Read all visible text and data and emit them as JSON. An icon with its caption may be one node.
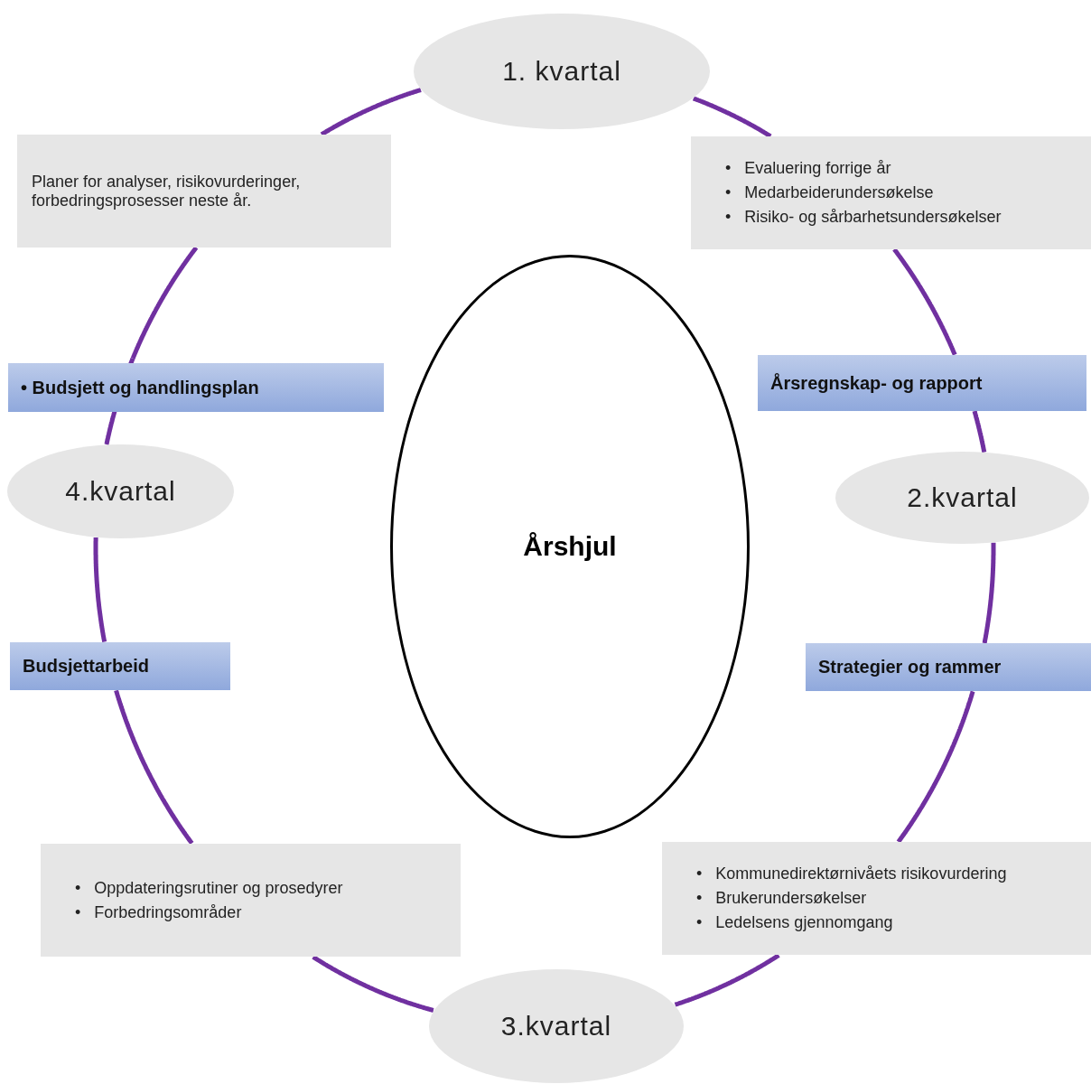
{
  "diagram": {
    "nodes": [
      {
        "text": [
          "1. kvartal"
        ]
      },
      {
        "text": [
          "Planer for analyser, risikovurderinger, forbedringsprosesser neste år."
        ]
      },
      {
        "text": [
          "•   Evaluering forrige år",
          "•   Medarbeiderundersøkelse",
          "•   Risiko- og sårbarhetsundersøkelser"
        ]
      },
      {
        "text": [
          "•   Budsjett og handlingsplan"
        ]
      },
      {
        "text": [
          "Årsregnskap- og rapport"
        ]
      },
      {
        "text": [
          "4.kvartal"
        ]
      },
      {
        "text": [
          "2.kvartal"
        ]
      },
      {
        "text": [
          "Årshjul"
        ]
      },
      {
        "text": [
          "Budsjettarbeid"
        ]
      },
      {
        "text": [
          "Strategier og rammer"
        ]
      },
      {
        "text": [
          "•   Oppdateringsrutiner og prosedyrer",
          "•   Forbedringsområder"
        ]
      },
      {
        "text": [
          "•   Kommunedirektørnivåets risikovurdering",
          "•   Brukerundersøkelser",
          "•   Ledelsens gjennomgang"
        ]
      },
      {
        "text": [
          "3.kvartal"
        ]
      }
    ],
    "edges": [
      {
        "from": 0,
        "to": 2,
        "arrow": "none"
      },
      {
        "from": 2,
        "to": 4,
        "arrow": "none"
      },
      {
        "from": 4,
        "to": 6,
        "arrow": "none"
      },
      {
        "from": 6,
        "to": 9,
        "arrow": "none"
      },
      {
        "from": 9,
        "to": 11,
        "arrow": "none"
      },
      {
        "from": 11,
        "to": 12,
        "arrow": "none"
      },
      {
        "from": 12,
        "to": 10,
        "arrow": "none"
      },
      {
        "from": 10,
        "to": 8,
        "arrow": "none"
      },
      {
        "from": 8,
        "to": 5,
        "arrow": "none"
      },
      {
        "from": 5,
        "to": 3,
        "arrow": "none"
      },
      {
        "from": 3,
        "to": 1,
        "arrow": "none"
      },
      {
        "from": 1,
        "to": 0,
        "arrow": "none"
      }
    ]
  }
}
